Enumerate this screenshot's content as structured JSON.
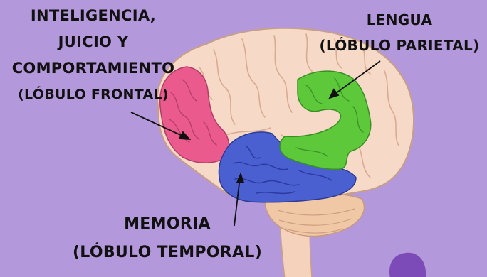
{
  "labels": {
    "frontal": {
      "line1": "INTELIGENCIA,",
      "line2": "JUICIO Y",
      "line3": "COMPORTAMIENTO",
      "line4": "(LÓBULO FRONTAL)"
    },
    "parietal": {
      "line1": "LENGUA",
      "line2": "(LÓBULO PARIETAL)"
    },
    "temporal": {
      "line1": "MEMORIA",
      "line2": "(LÓBULO TEMPORAL)"
    }
  },
  "colors": {
    "background": "#b498dc",
    "brain": "#f6d9c6",
    "frontal": "#ea5a8c",
    "parietal": "#5cc83a",
    "temporal": "#4a5fd0",
    "cerebellum": "#f1c8a6",
    "corner_blob": "#7d4bb8"
  }
}
